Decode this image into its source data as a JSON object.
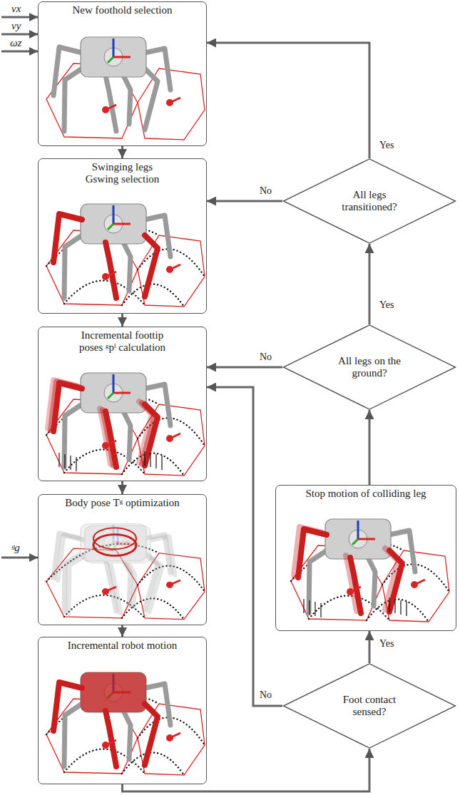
{
  "diagram": {
    "nodes": [
      {
        "text": [
          "New foothold selection"
        ]
      },
      {
        "text": [
          "Swinging legs Gswing selection"
        ]
      },
      {
        "text": [
          "All legs transitioned?"
        ]
      },
      {
        "text": [
          "Incremental foottip poses ᵍpˡ calculation"
        ]
      },
      {
        "text": [
          "All legs on the ground?"
        ]
      },
      {
        "text": [
          "Stop motion of colliding leg"
        ]
      },
      {
        "text": [
          "Body pose Tᵍ optimization"
        ]
      },
      {
        "text": [
          "Incremental robot motion"
        ]
      },
      {
        "text": [
          "Foot contact sensed?"
        ]
      }
    ],
    "edges": [
      {
        "from": 0,
        "to": 1,
        "arrow": "to"
      },
      {
        "from": 1,
        "to": 3,
        "arrow": "to"
      },
      {
        "from": 3,
        "to": 6,
        "arrow": "to"
      },
      {
        "from": 6,
        "to": 7,
        "arrow": "to"
      },
      {
        "from": 7,
        "to": 8,
        "arrow": "to"
      },
      {
        "from": 8,
        "to": 5,
        "label": "Yes",
        "arrow": "to"
      },
      {
        "from": 8,
        "to": 3,
        "label": "No",
        "arrow": "to"
      },
      {
        "from": 5,
        "to": 4,
        "arrow": "to"
      },
      {
        "from": 4,
        "to": 2,
        "label": "Yes",
        "arrow": "to"
      },
      {
        "from": 4,
        "to": 3,
        "label": "No",
        "arrow": "to"
      },
      {
        "from": 2,
        "to": 1,
        "label": "No",
        "arrow": "to"
      },
      {
        "from": 2,
        "to": 0,
        "label": "Yes",
        "arrow": "to"
      }
    ],
    "labels": [
      "vx",
      "vy",
      "ωz",
      "ᵍg"
    ]
  }
}
